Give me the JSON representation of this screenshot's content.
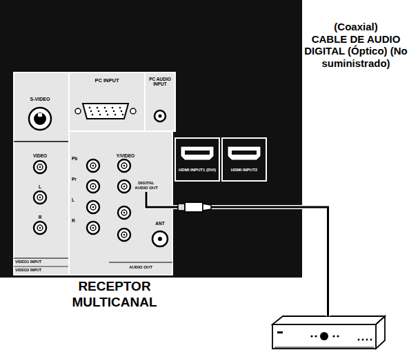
{
  "diagram": {
    "nodes": [
      {
        "text": [
          "DIGITAL AUDIO OUT"
        ]
      },
      {
        "text": [
          "RECEPTOR MULTICANAL"
        ]
      }
    ],
    "edges": [
      {
        "from": 0,
        "to": 1,
        "arrow": "none"
      }
    ],
    "labels": [
      "(Coaxial)",
      "CABLE DE AUDIO DIGITAL (Óptico) (No suministrado)",
      "S-VIDEO",
      "PC INPUT",
      "PC AUDIO INPUT",
      "VIDEO",
      "L",
      "R",
      "Pb",
      "Pr",
      "L",
      "R",
      "Y/VIDEO",
      "HDMI INPUT1 (DVI)",
      "HDMI INPUT2",
      "ANT",
      "VIDEO1 INPUT",
      "VIDEO2 INPUT",
      "AUDIO OUT"
    ]
  }
}
